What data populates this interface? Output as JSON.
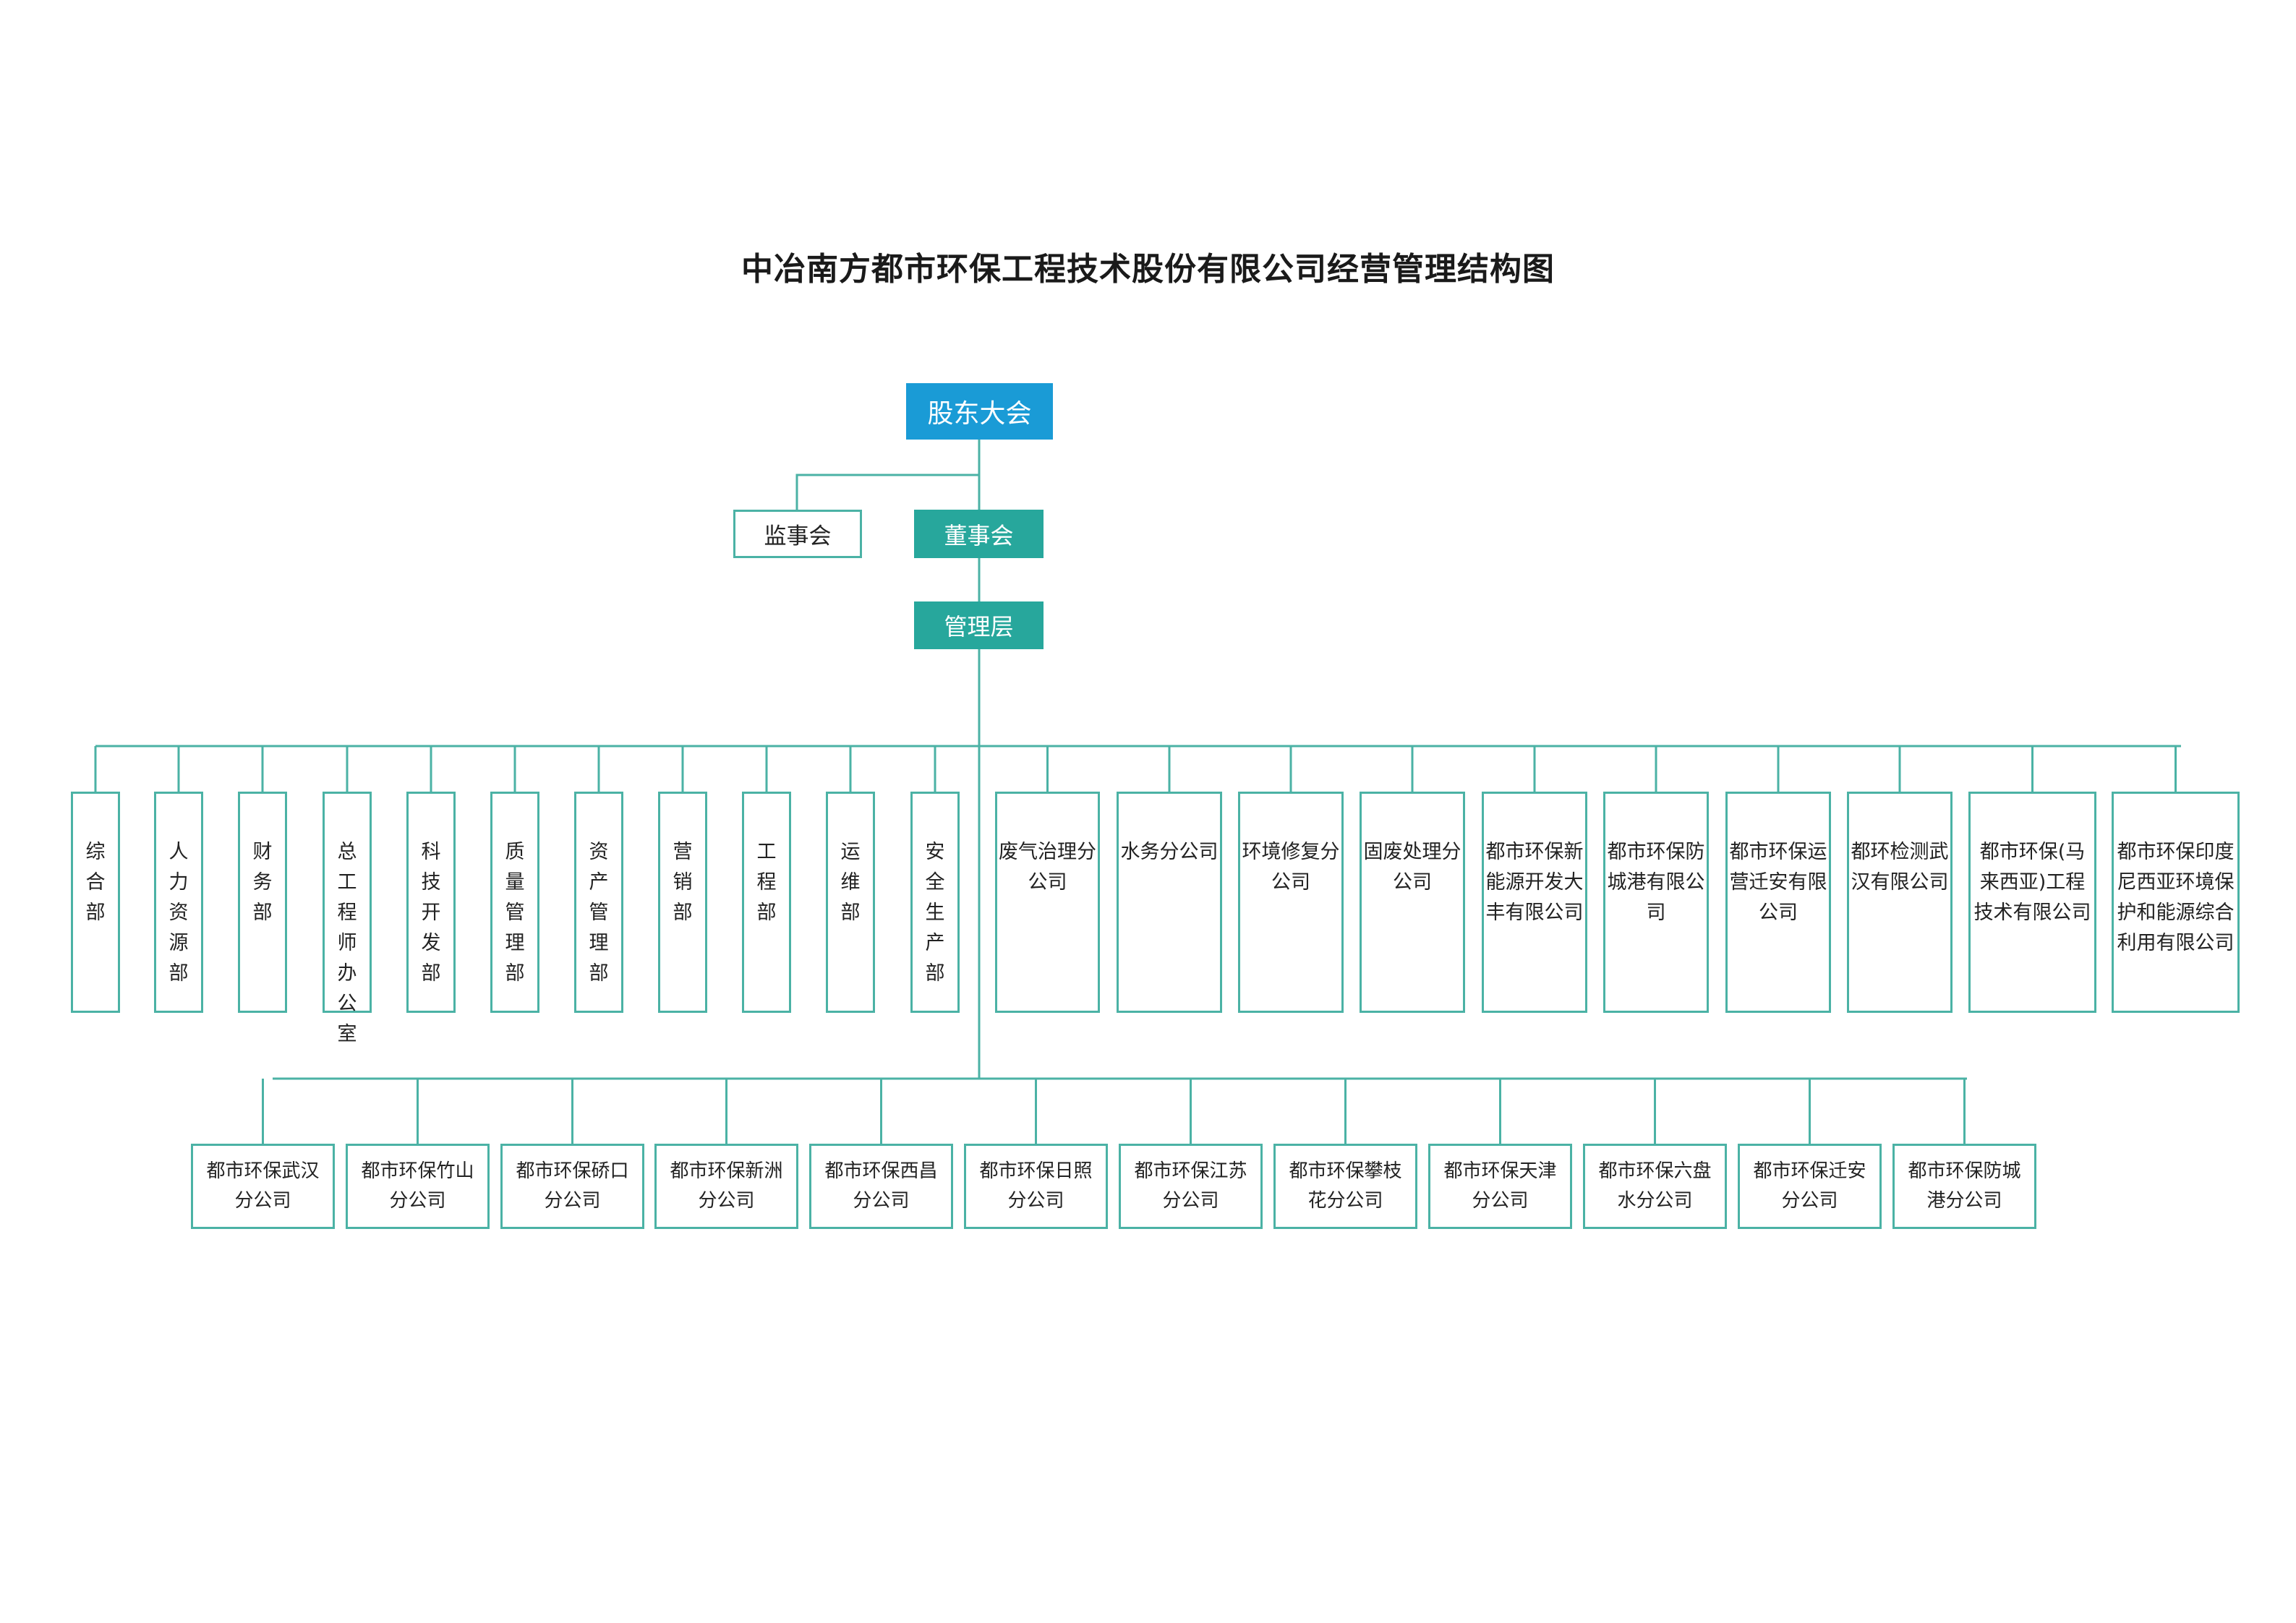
{
  "title": "中冶南方都市环保工程技术股份有限公司经营管理结构图",
  "colors": {
    "root": "#1a9bd6",
    "mid": "#27a79c",
    "border": "#4bb2a5",
    "line": "#4bb2a5"
  },
  "top": {
    "shareholders": "股东大会",
    "supervisors": "监事会",
    "board": "董事会",
    "management": "管理层"
  },
  "departments": [
    "综合部",
    "人力资源部",
    "财务部",
    "总工程师办公室",
    "科技开发部",
    "质量管理部",
    "资产管理部",
    "营销部",
    "工程部",
    "运维部",
    "安全生产部"
  ],
  "subsidiaries": [
    "废气治理分公司",
    "水务分公司",
    "环境修复分公司",
    "固废处理分公司",
    "都市环保新能源开发大丰有限公司",
    "都市环保防城港有限公司",
    "都市环保运营迁安有限公司",
    "都环检测武汉有限公司",
    "都市环保(马来西亚)工程技术有限公司",
    "都市环保印度尼西亚环境保护和能源综合利用有限公司"
  ],
  "branches": [
    "都市环保武汉分公司",
    "都市环保竹山分公司",
    "都市环保硚口分公司",
    "都市环保新洲分公司",
    "都市环保西昌分公司",
    "都市环保日照分公司",
    "都市环保江苏分公司",
    "都市环保攀枝花分公司",
    "都市环保天津分公司",
    "都市环保六盘水分公司",
    "都市环保迁安分公司",
    "都市环保防城港分公司"
  ]
}
